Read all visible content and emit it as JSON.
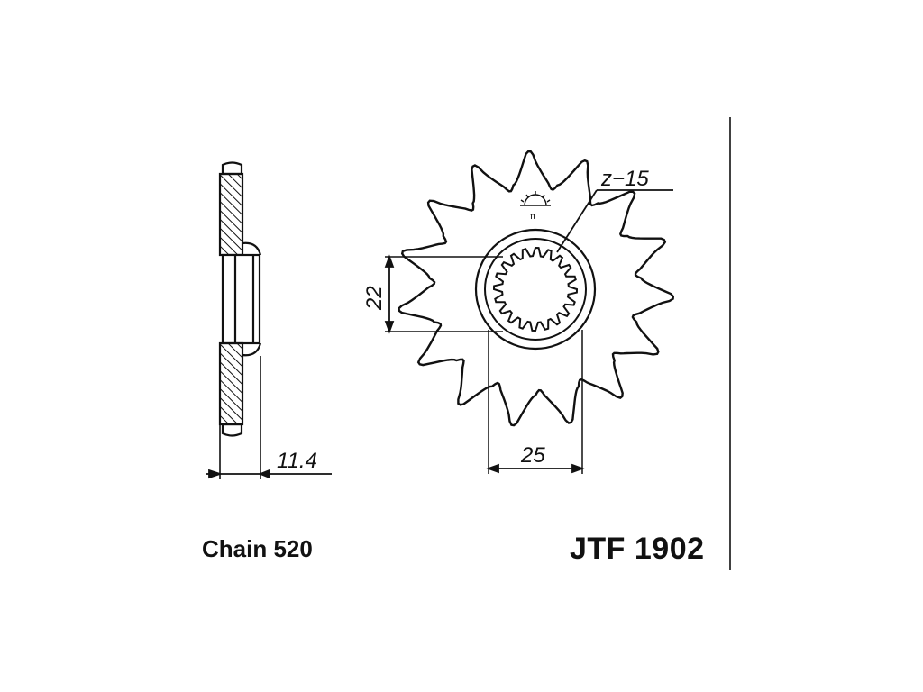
{
  "diagram": {
    "teeth_label": "z−15",
    "bore_dim_label": "22",
    "outer_hub_dim_label": "25",
    "offset_dim_label": "11.4",
    "teeth_count": 15
  },
  "footer": {
    "chain_label": "Chain 520",
    "part_number": "JTF 1902"
  },
  "colors": {
    "ink": "#111111",
    "paper": "#ffffff"
  }
}
